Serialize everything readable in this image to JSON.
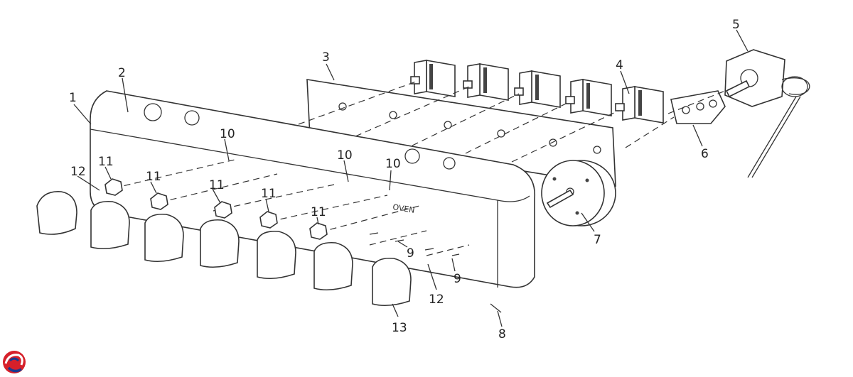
{
  "diagram": {
    "panel_label": "OVEN",
    "callouts": [
      "1",
      "2",
      "3",
      "4",
      "5",
      "6",
      "7",
      "8",
      "9",
      "9",
      "10",
      "10",
      "10",
      "11",
      "11",
      "11",
      "11",
      "11",
      "12",
      "12",
      "13"
    ]
  },
  "logo": {
    "icon": "brand-swirl-icon",
    "colors": [
      "#d6202a",
      "#1a3a8f"
    ]
  }
}
